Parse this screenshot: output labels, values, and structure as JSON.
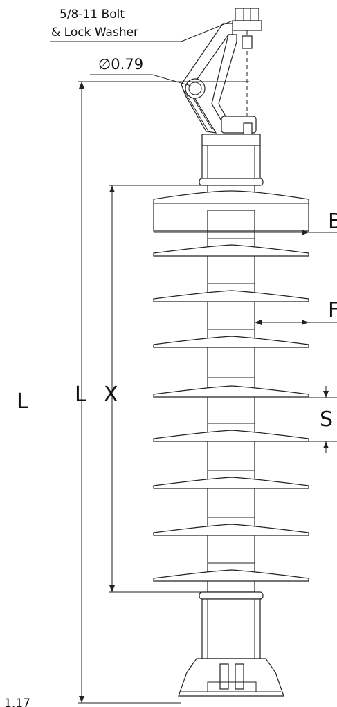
{
  "callout": {
    "bolt_line1": "5/8-11 Bolt",
    "bolt_line2": "& Lock Washer",
    "diameter": "∅0.79"
  },
  "dimensions": {
    "L_outer": "L",
    "L_inner": "L",
    "X": "X",
    "B": "B",
    "F": "F",
    "S": "S",
    "bottom_note": "1.17"
  },
  "colors": {
    "line": "#222222",
    "shed_fill": "#ffffff",
    "background": "#ffffff"
  }
}
